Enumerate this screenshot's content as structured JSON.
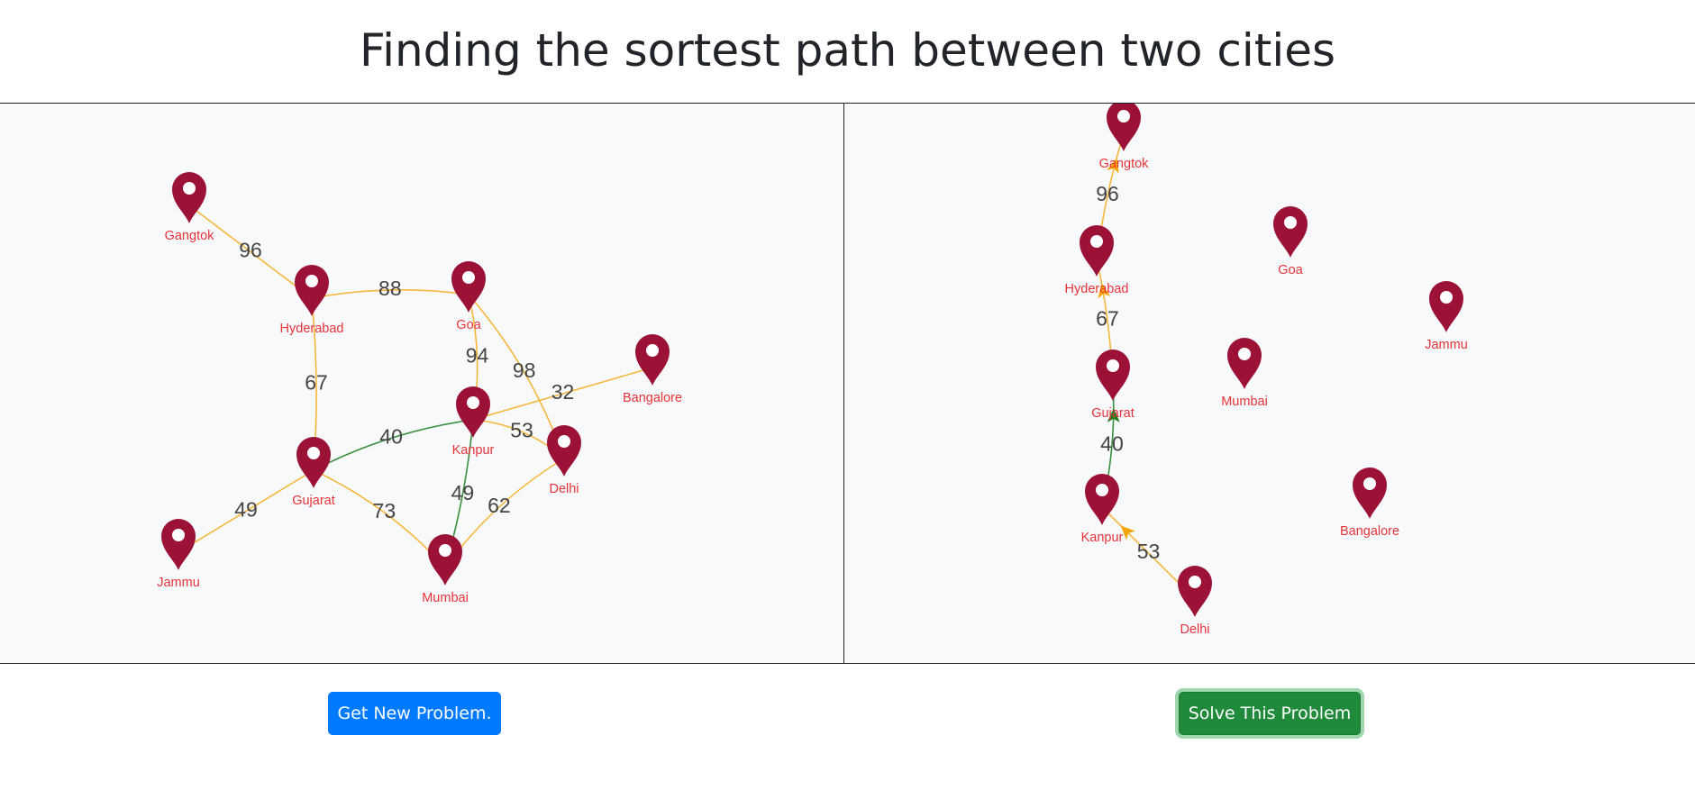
{
  "title": "Finding the sortest path between two cities",
  "buttons": {
    "new_problem": "Get New Problem.",
    "solve": "Solve This Problem"
  },
  "colors": {
    "marker": "#9b1236",
    "label": "#e5333a",
    "edge": "#f5b73b",
    "path_edge": "#3a8f3e",
    "arrow": "#f5a600",
    "arrow_path": "#1e7d1e",
    "new_problem_btn": "#007bff",
    "solve_btn": "#1e8a3a"
  },
  "problem_graph": {
    "cities": [
      "Gangtok",
      "Hyderabad",
      "Goa",
      "Bangalore",
      "Kanpur",
      "Delhi",
      "Gujarat",
      "Jammu",
      "Mumbai"
    ],
    "edges": [
      {
        "from": "Gangtok",
        "to": "Hyderabad",
        "weight": "96",
        "highlight": false
      },
      {
        "from": "Hyderabad",
        "to": "Goa",
        "weight": "88",
        "highlight": false
      },
      {
        "from": "Hyderabad",
        "to": "Gujarat",
        "weight": "67",
        "highlight": false
      },
      {
        "from": "Goa",
        "to": "Kanpur",
        "weight": "94",
        "highlight": false
      },
      {
        "from": "Goa",
        "to": "Delhi",
        "weight": "98",
        "highlight": false
      },
      {
        "from": "Kanpur",
        "to": "Bangalore",
        "weight": "32",
        "highlight": false
      },
      {
        "from": "Gujarat",
        "to": "Kanpur",
        "weight": "40",
        "highlight": true
      },
      {
        "from": "Kanpur",
        "to": "Delhi",
        "weight": "53",
        "highlight": false
      },
      {
        "from": "Kanpur",
        "to": "Mumbai",
        "weight": "49",
        "highlight": true
      },
      {
        "from": "Jammu",
        "to": "Gujarat",
        "weight": "49",
        "highlight": false
      },
      {
        "from": "Gujarat",
        "to": "Mumbai",
        "weight": "73",
        "highlight": false
      },
      {
        "from": "Mumbai",
        "to": "Delhi",
        "weight": "62",
        "highlight": false
      }
    ]
  },
  "solution_graph": {
    "cities": [
      "Gangtok",
      "Goa",
      "Hyderabad",
      "Jammu",
      "Mumbai",
      "Gujarat",
      "Kanpur",
      "Bangalore",
      "Delhi"
    ],
    "path_edges": [
      {
        "from": "Delhi",
        "to": "Kanpur",
        "weight": "53",
        "highlight": false
      },
      {
        "from": "Kanpur",
        "to": "Gujarat",
        "weight": "40",
        "highlight": true
      },
      {
        "from": "Gujarat",
        "to": "Hyderabad",
        "weight": "67",
        "highlight": false
      },
      {
        "from": "Hyderabad",
        "to": "Gangtok",
        "weight": "96",
        "highlight": false
      }
    ]
  }
}
